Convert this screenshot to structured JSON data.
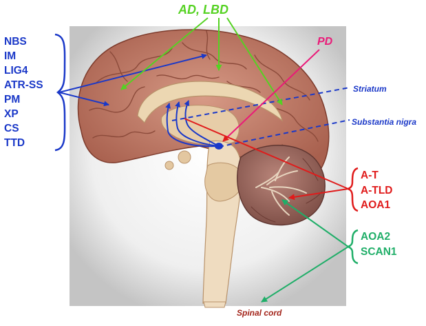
{
  "blue_disorders": [
    "NBS",
    "IM",
    "LIG4",
    "ATR-SS",
    "PM",
    "XP",
    "CS",
    "TTD"
  ],
  "red_disorders": [
    "A-T",
    "A-TLD",
    "AOA1"
  ],
  "green_disorders": [
    "AOA2",
    "SCAN1"
  ],
  "top_label": "AD, LBD",
  "pd_label": "PD",
  "striatum_label": "Striatum",
  "substantia_nigra_label": "Substantia nigra",
  "spinal_cord_label": "Spinal cord",
  "colors": {
    "blue": "#1a38c8",
    "red": "#e01b1b",
    "green": "#1fae68",
    "lime": "#55d222",
    "pink": "#ea1a78",
    "dark_red": "#a3251b"
  }
}
